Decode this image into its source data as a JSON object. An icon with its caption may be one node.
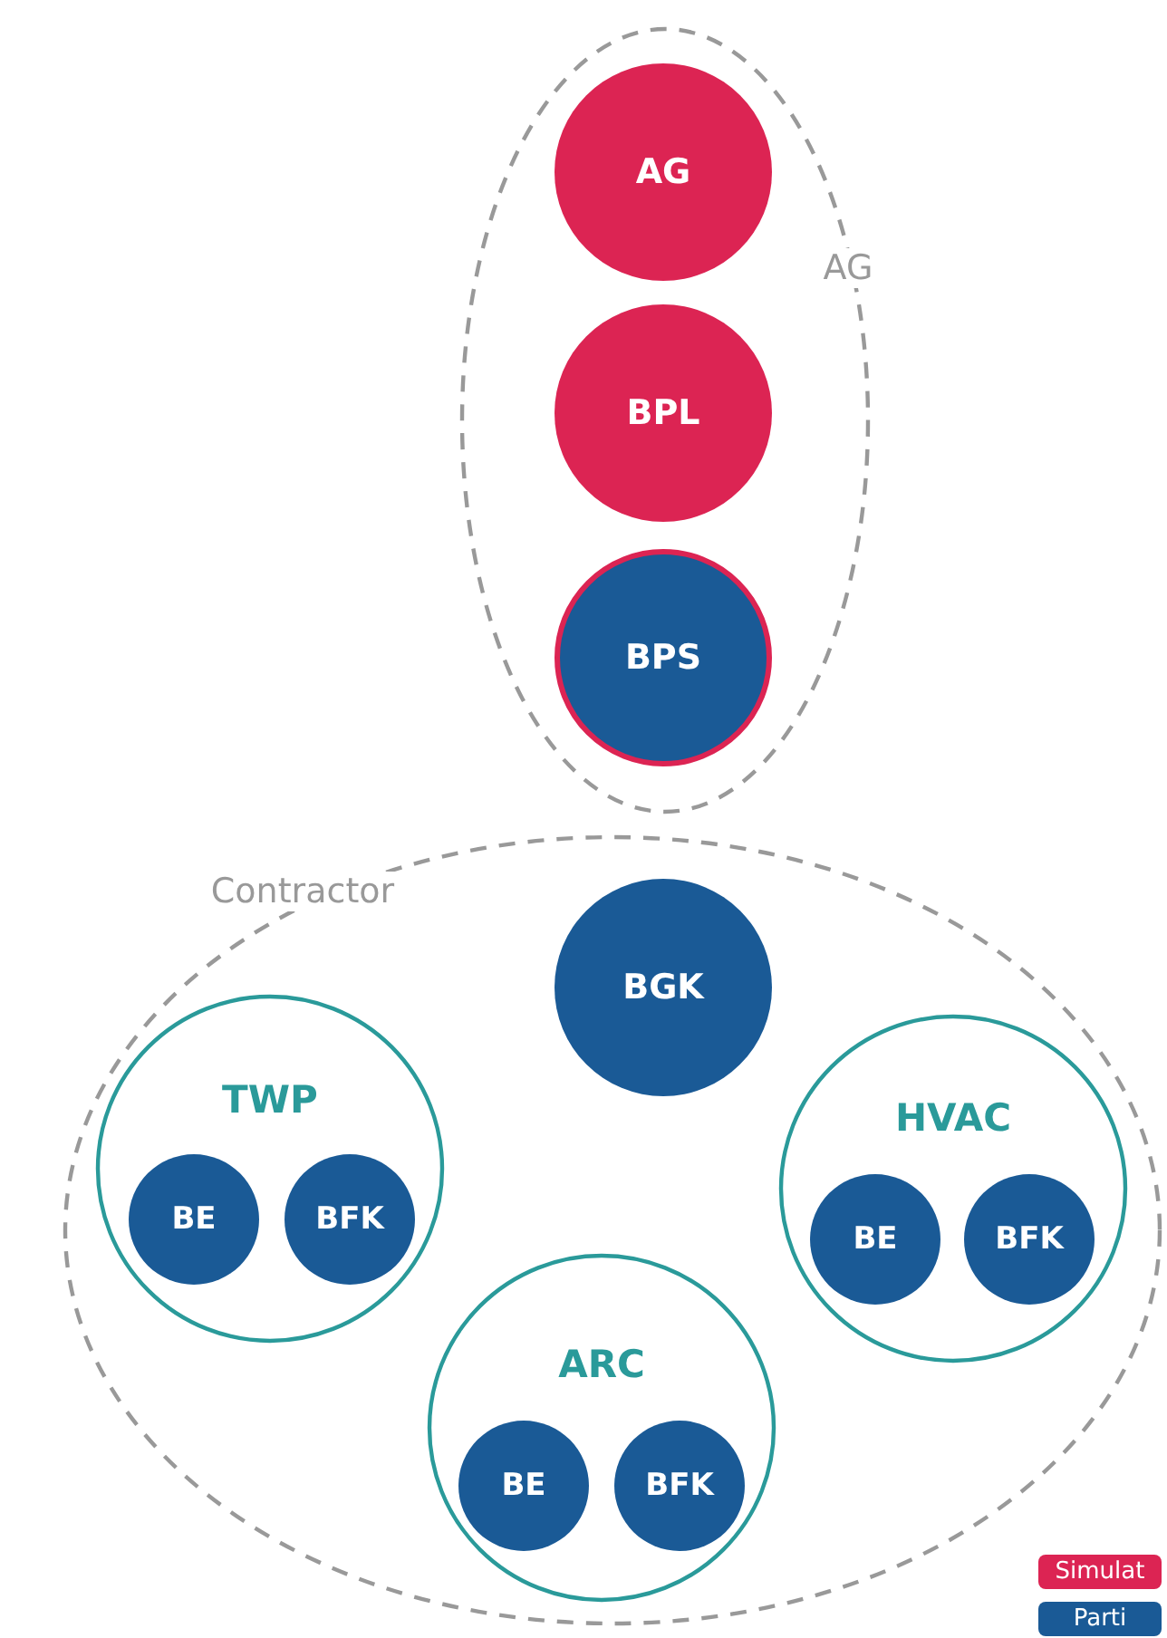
{
  "diagram": {
    "nodes": [
      {
        "text": [
          "AG"
        ]
      },
      {
        "text": [
          "AG"
        ],
        "in": 0
      },
      {
        "text": [
          "BPL"
        ],
        "in": 0
      },
      {
        "text": [
          "BPS"
        ],
        "in": 0
      },
      {
        "text": [
          "Contractor"
        ]
      },
      {
        "text": [
          "BGK"
        ],
        "in": 4
      },
      {
        "text": [
          "TWP"
        ],
        "in": 4
      },
      {
        "text": [
          "BE"
        ],
        "in": 6
      },
      {
        "text": [
          "BFK"
        ],
        "in": 6
      },
      {
        "text": [
          "HVAC"
        ],
        "in": 4
      },
      {
        "text": [
          "BE"
        ],
        "in": 9
      },
      {
        "text": [
          "BFK"
        ],
        "in": 9
      },
      {
        "text": [
          "ARC"
        ],
        "in": 4
      },
      {
        "text": [
          "BE"
        ],
        "in": 12
      },
      {
        "text": [
          "BFK"
        ],
        "in": 12
      }
    ],
    "edges": [],
    "legend": [
      {
        "text": "Simulat",
        "color": "#dc2453"
      },
      {
        "text": "Parti",
        "color": "#1a5a96"
      }
    ]
  }
}
